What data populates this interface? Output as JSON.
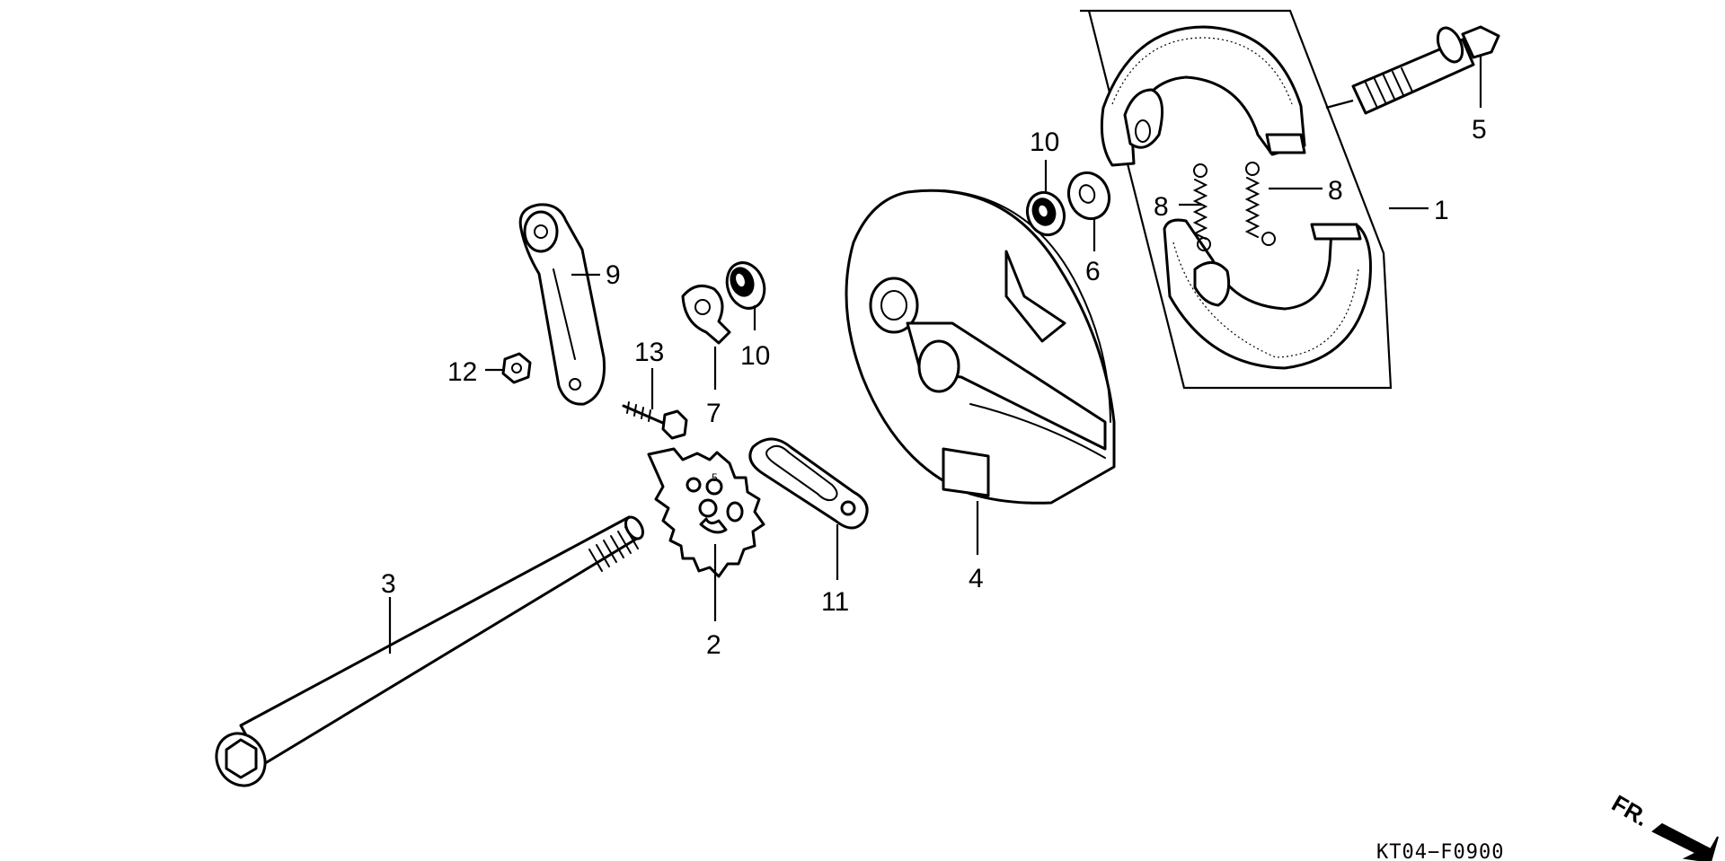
{
  "diagram": {
    "callouts": [
      {
        "id": "c1",
        "label": "1"
      },
      {
        "id": "c2",
        "label": "2"
      },
      {
        "id": "c3",
        "label": "3"
      },
      {
        "id": "c4",
        "label": "4"
      },
      {
        "id": "c5",
        "label": "5"
      },
      {
        "id": "c6",
        "label": "6"
      },
      {
        "id": "c7",
        "label": "7"
      },
      {
        "id": "c8a",
        "label": "8"
      },
      {
        "id": "c8b",
        "label": "8"
      },
      {
        "id": "c9",
        "label": "9"
      },
      {
        "id": "c10a",
        "label": "10"
      },
      {
        "id": "c10b",
        "label": "10"
      },
      {
        "id": "c11",
        "label": "11"
      },
      {
        "id": "c12",
        "label": "12"
      },
      {
        "id": "c13",
        "label": "13"
      }
    ],
    "figure_code": "KT04−F0900",
    "direction_label": "FR."
  }
}
